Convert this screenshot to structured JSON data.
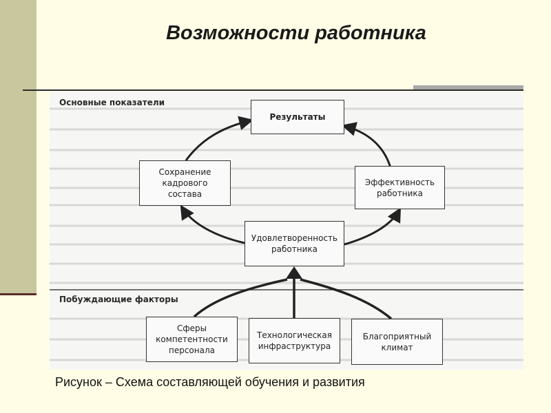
{
  "slide": {
    "title": "Возможности работника",
    "caption": "Рисунок – Схема составляющей обучения и развития"
  },
  "diagram": {
    "sections": {
      "top": "Основные показатели",
      "bottom": "Побуждающие факторы"
    },
    "boxes": {
      "results": "Результаты",
      "retention": "Сохранение\nкадрового\nсостава",
      "efficiency": "Эффективность\nработника",
      "satisfaction": "Удовлетворенность\nработника",
      "competence": "Сферы\nкомпетентности\nперсонала",
      "infrastructure": "Технологическая\nинфраструктура",
      "climate": "Благоприятный\nклимат"
    }
  },
  "colors": {
    "background": "#fffde6",
    "left_bar": "#c9c79d",
    "figure_bg": "#f6f6f4",
    "lines": "#222222"
  }
}
